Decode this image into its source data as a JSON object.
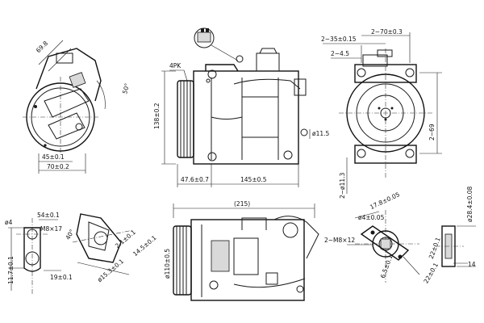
{
  "dims": {
    "d_69_8": "69.8",
    "d_50": "50°",
    "d_45": "45±0.1",
    "d_70": "70±0.2",
    "d_4pk": "4PK",
    "d_138": "138±0.2",
    "d_47_6": "47.6±0.7",
    "d_145": "145±0.5",
    "d_2_35": "2−35±0.15",
    "d_2_70": "2−70±0.3",
    "d_2_4_5": "2−4.5",
    "d_11_5": "ø11.5",
    "d_2_11_3": "2−ø11.3",
    "d_2_69": "2−69",
    "d_215": "(215)",
    "d_110": "ø110±0.5",
    "d_4": "ø4",
    "d_54": "54±0.1",
    "d_m8": "M8×17",
    "d_11_7": "11.7±0.1",
    "d_19": "19±0.1",
    "d_40": "40°",
    "d_2_1": "2.1±0.1",
    "d_14_5": "14.5±0.1",
    "d_15_3": "ø15.3±0.1",
    "d_17_8": "17.8±0.05",
    "d_4_05": "ø4±0.05",
    "d_2_m8": "2−M8×12",
    "d_6_5": "6.5±0.1",
    "d_22_1": "22±0.1",
    "d_22": "22±0.1",
    "d_28_4": "ø28.4±0.08",
    "d_14": "14"
  }
}
